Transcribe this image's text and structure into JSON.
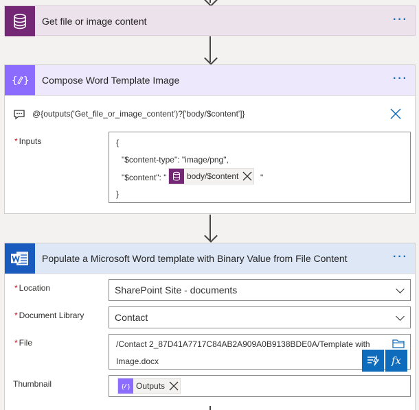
{
  "step1": {
    "title": "Get file or image content",
    "more": "···",
    "color": "#742774",
    "header_bg": "#ece2ec",
    "icon": "database-icon"
  },
  "step2": {
    "title": "Compose Word Template Image",
    "more": "···",
    "color": "#8c6cff",
    "header_bg": "#ede8fb",
    "icon": "compose-icon",
    "expression": "@{outputs('Get_file_or_image_content')?['body/$content']}",
    "inputs_label": "Inputs",
    "inputs_lines": {
      "open": "{",
      "line1": "\"$content-type\": \"image/png\",",
      "line2_prefix": "\"$content\": \"",
      "token_text": "body/$content",
      "line2_suffix": "\"",
      "close": "}"
    }
  },
  "step3": {
    "title": "Populate a Microsoft Word template with Binary Value from File Content",
    "more": "···",
    "color": "#185abd",
    "header_bg": "#dde7f5",
    "icon": "word-icon",
    "location_label": "Location",
    "location_value": "SharePoint Site - documents",
    "library_label": "Document Library",
    "library_value": "Contact",
    "file_label": "File",
    "file_value_line1": "/Contact 2_87D41A7717C84AB2A909A0B9138BDE0A/Template with",
    "file_value_line2": "Image.docx",
    "thumbnail_label": "Thumbnail",
    "thumbnail_token": "Outputs",
    "dynamic_content_icon": "dynamic-content-icon",
    "expression_icon": "fx-icon",
    "fx_text": "fx"
  },
  "colors": {
    "accent": "#0f6cbd",
    "required": "#c50f1f"
  }
}
